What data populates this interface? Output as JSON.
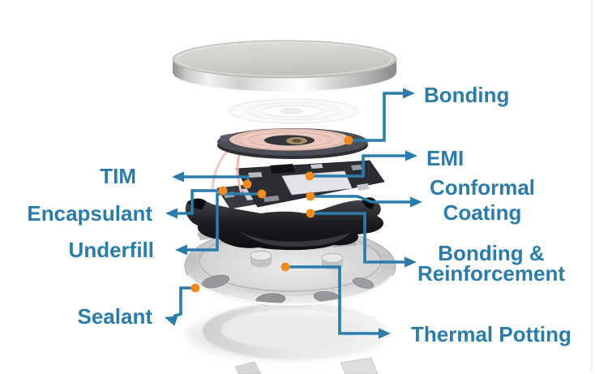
{
  "figure": {
    "kind": "exploded-view diagram",
    "subject": "wireless charger assembly layers",
    "accent_color": "#2b7cab",
    "anchor_dot_color": "#f28a1f"
  },
  "labels": {
    "tim": "TIM",
    "encapsulant": "Encapsulant",
    "underfill": "Underfill",
    "sealant": "Sealant",
    "bonding": "Bonding",
    "emi": "EMI",
    "conformal_line1": "Conformal",
    "conformal_line2": "Coating",
    "bonding_reinforcement_line1": "Bonding &",
    "bonding_reinforcement_line2": "Reinforcement",
    "thermal_potting": "Thermal Potting"
  }
}
